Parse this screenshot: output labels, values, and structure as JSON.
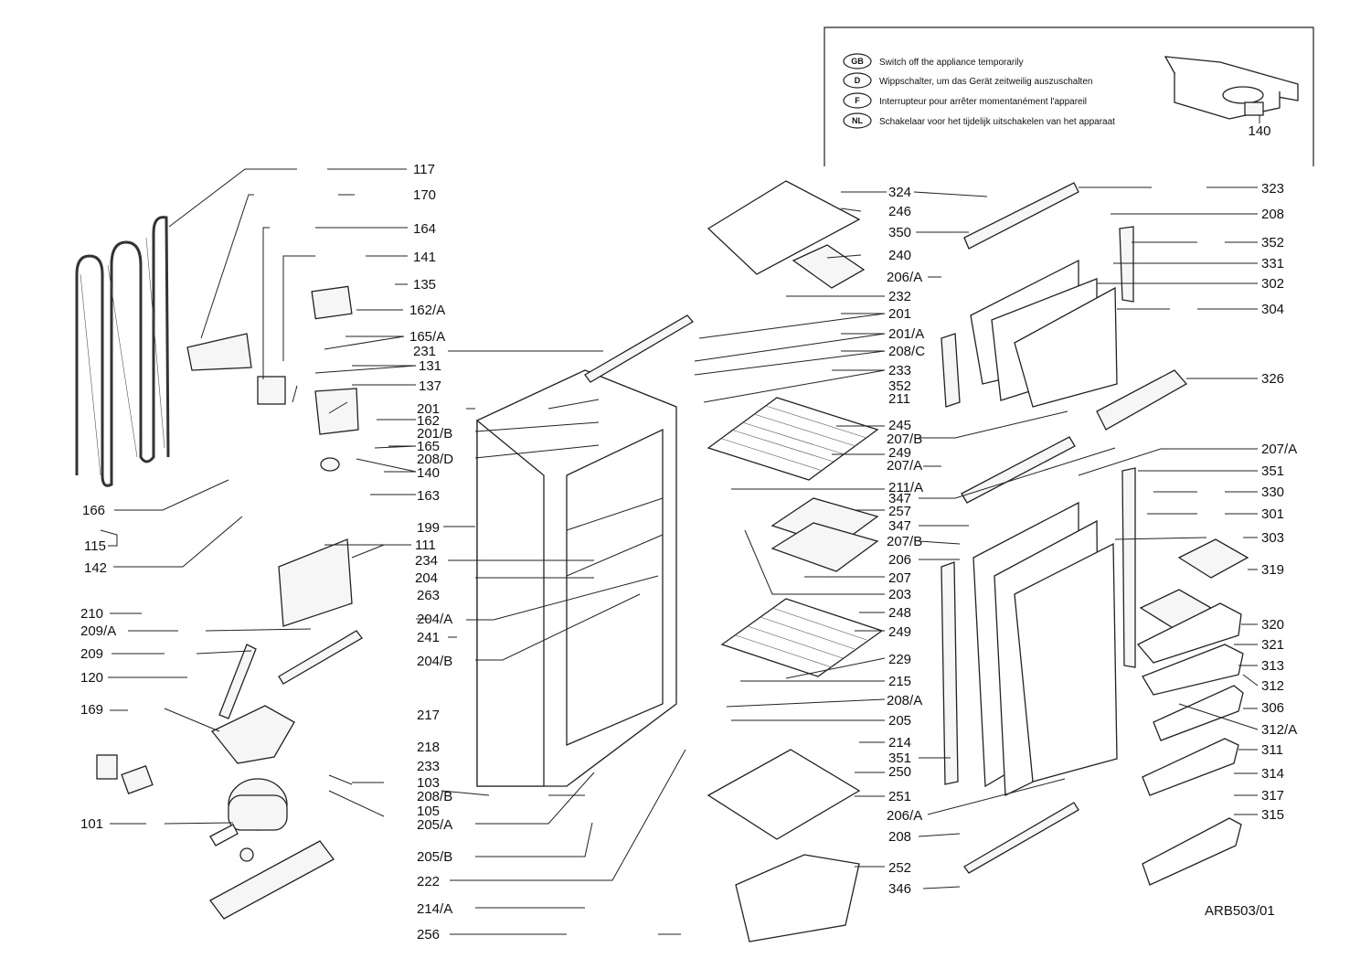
{
  "legend": {
    "rows": [
      {
        "code": "GB",
        "text": "Switch off the appliance temporarily"
      },
      {
        "code": "D",
        "text": "Wippschalter, um das Gerät zeitweilig auszuschalten"
      },
      {
        "code": "F",
        "text": "Interrupteur pour arrêter  momentanément l'appareil"
      },
      {
        "code": "NL",
        "text": "Schakelaar voor het tijdelijk uitschakelen van het apparaat"
      }
    ],
    "inset_label": "140"
  },
  "drawing_code": "ARB503/01",
  "labels": [
    "117",
    "170",
    "164",
    "141",
    "135",
    "162/A",
    "165/A",
    "231",
    "131",
    "137",
    "201",
    "162",
    "201/B",
    "165",
    "208/D",
    "140",
    "163",
    "199",
    "166",
    "115",
    "142",
    "111",
    "234",
    "204",
    "210",
    "263",
    "204/A",
    "209/A",
    "241",
    "209",
    "204/B",
    "120",
    "169",
    "217",
    "218",
    "233",
    "103",
    "208/B",
    "105",
    "101",
    "205/A",
    "205/B",
    "222",
    "214/A",
    "256",
    "324",
    "246",
    "350",
    "240",
    "206/A",
    "232",
    "201",
    "201/A",
    "208/C",
    "233",
    "352",
    "211",
    "245",
    "207/B",
    "249",
    "207/A",
    "211/A",
    "347",
    "257",
    "347",
    "207/B",
    "206",
    "207",
    "203",
    "248",
    "249",
    "229",
    "215",
    "208/A",
    "205",
    "214",
    "351",
    "250",
    "251",
    "206/A",
    "208",
    "252",
    "346",
    "323",
    "208",
    "352",
    "331",
    "302",
    "304",
    "326",
    "207/A",
    "351",
    "330",
    "301",
    "303",
    "319",
    "320",
    "321",
    "313",
    "312",
    "306",
    "312/A",
    "311",
    "314",
    "317",
    "315"
  ]
}
